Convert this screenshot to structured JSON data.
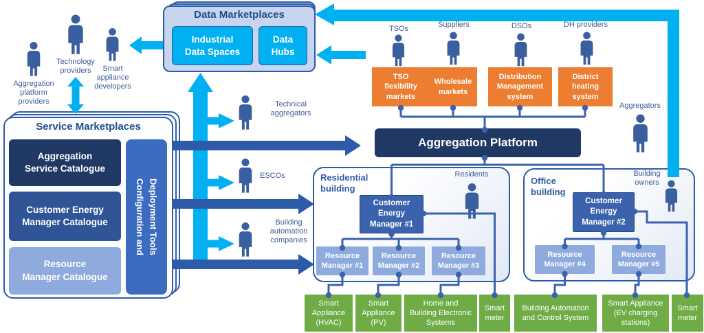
{
  "diagram": {
    "data_marketplaces": {
      "title": "Data Marketplaces",
      "industrial_data_spaces": "Industrial\nData Spaces",
      "data_hubs": "Data\nHubs"
    },
    "service_marketplaces": {
      "title": "Service Marketplaces",
      "aggregation_service_catalogue": "Aggregation\nService Catalogue",
      "customer_energy_manager_catalogue": "Customer Energy\nManager Catalogue",
      "resource_manager_catalogue": "Resource\nManager Catalogue",
      "configuration_tools": "Configuration and\nDeployment Tools"
    },
    "actors": {
      "aggregation_platform_providers": "Aggregation\nplatform\nproviders",
      "technology_providers": "Technology\nproviders",
      "smart_appliance_developers": "Smart\nappliance\ndevelopers",
      "technical_aggregators": "Technical\naggregators",
      "escos": "ESCOs",
      "building_automation_companies": "Building\nautomation\ncompanies",
      "tsos": "TSOs",
      "suppliers": "Suppliers",
      "dsos": "DSOs",
      "dh_providers": "DH providers",
      "aggregators": "Aggregators",
      "residents": "Residents",
      "building_owners": "Building\nowners"
    },
    "market_systems": {
      "tso_flexibility": "TSO\nflexibility\nmarkets",
      "wholesale": "Wholesale\nmarkets",
      "distribution": "Distribution\nManagement\nsystem",
      "district_heating": "District\nheating\nsystem"
    },
    "aggregation_platform": "Aggregation Platform",
    "residential": {
      "label": "Residential\nbuilding",
      "cem": "Customer\nEnergy\nManager #1",
      "rm1": "Resource\nManager #1",
      "rm2": "Resource\nManager #2",
      "rm3": "Resource\nManager #3"
    },
    "office": {
      "label": "Office\nbuilding",
      "cem": "Customer\nEnergy\nManager #2",
      "rm4": "Resource\nManager #4",
      "rm5": "Resource\nManager #5"
    },
    "devices": {
      "hvac": "Smart\nAppliance\n(HVAC)",
      "pv": "Smart\nAppliance\n(PV)",
      "hbes": "Home and\nBuilding Electronic\nSystems",
      "smart_meter_1": "Smart\nmeter",
      "bacs": "Building Automation\nand Control System",
      "ev": "Smart Appliance\n(EV charging\nstations)",
      "smart_meter_2": "Smart\nmeter"
    },
    "colors": {
      "cyan_flow": "#00B0F0",
      "orange_market": "#ED7D31",
      "green_device": "#6FAC46",
      "navy": "#1F3864",
      "medium_blue": "#2F5597",
      "light_blue": "#8FAADC",
      "royal_blue": "#3C6CC0",
      "connector_blue": "#3A62AD",
      "label_blue": "#3E5C96"
    }
  }
}
